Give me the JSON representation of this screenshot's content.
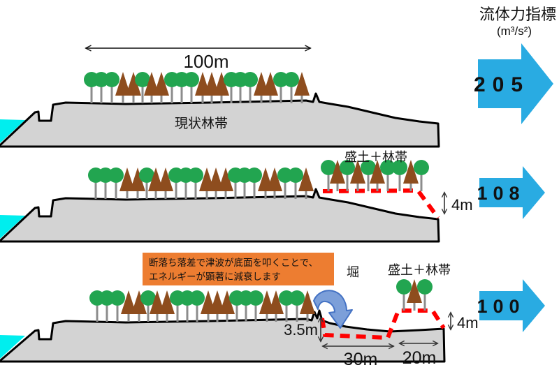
{
  "header": {
    "title": "流体力指標",
    "unit": "(m³/s²)"
  },
  "flow_arrows": [
    {
      "value": "205"
    },
    {
      "value": "108"
    },
    {
      "value": "100"
    }
  ],
  "panel_current": {
    "name": "現状林帯",
    "belt_width": "100m"
  },
  "panel_embankment": {
    "name": "盛土＋林帯",
    "embankment_height": "4m"
  },
  "panel_moat": {
    "callout_line1": "断落ち落差で津波が底面を叩くことで、",
    "callout_line2": "エネルギーが顕著に減衰します",
    "moat_name": "堀",
    "embankment_name": "盛土＋林帯",
    "drop_height": "3.5m",
    "moat_width": "30m",
    "embankment_width": "20m",
    "embankment_height": "4m"
  },
  "colors": {
    "arrow": "#29ABE2",
    "sea": "#00EEEE",
    "ground": "#D3D3D3",
    "tree_green": "#22A550",
    "tree_brown": "#8E4D1E",
    "trunk": "#8C8C8C",
    "red_dash": "#FF0000",
    "orange": "#ED7D31",
    "wave_arrow": "#7C9FD9",
    "wave_arrow_edge": "#4472C4"
  },
  "decor": {
    "tree_groups": [
      {
        "id": "p1-land",
        "groundY": 148,
        "trees": [
          [
            131,
            "g"
          ],
          [
            145,
            "g"
          ],
          [
            160,
            "g"
          ],
          [
            176,
            "c"
          ],
          [
            191,
            "c"
          ],
          [
            204,
            "g"
          ],
          [
            217,
            "c"
          ],
          [
            231,
            "c"
          ],
          [
            246,
            "g"
          ],
          [
            260,
            "g"
          ],
          [
            274,
            "g"
          ],
          [
            290,
            "c"
          ],
          [
            303,
            "c"
          ],
          [
            317,
            "c"
          ],
          [
            331,
            "g"
          ],
          [
            344,
            "g"
          ],
          [
            358,
            "g"
          ],
          [
            374,
            "c"
          ],
          [
            387,
            "c"
          ],
          [
            402,
            "g"
          ],
          [
            417,
            "g"
          ],
          [
            432,
            "c"
          ]
        ]
      },
      {
        "id": "p2-land",
        "groundY": 285,
        "trees": [
          [
            137,
            "g"
          ],
          [
            151,
            "g"
          ],
          [
            166,
            "g"
          ],
          [
            182,
            "c"
          ],
          [
            197,
            "c"
          ],
          [
            210,
            "g"
          ],
          [
            223,
            "c"
          ],
          [
            237,
            "c"
          ],
          [
            252,
            "g"
          ],
          [
            266,
            "g"
          ],
          [
            280,
            "g"
          ],
          [
            296,
            "c"
          ],
          [
            309,
            "c"
          ],
          [
            323,
            "c"
          ],
          [
            337,
            "g"
          ],
          [
            350,
            "g"
          ],
          [
            364,
            "g"
          ],
          [
            380,
            "c"
          ],
          [
            393,
            "c"
          ],
          [
            408,
            "g"
          ],
          [
            423,
            "g"
          ],
          [
            438,
            "c"
          ]
        ]
      },
      {
        "id": "p2-bank",
        "groundY": 274,
        "trees": [
          [
            470,
            "g"
          ],
          [
            483,
            "c"
          ],
          [
            497,
            "g"
          ],
          [
            512,
            "c"
          ],
          [
            527,
            "g"
          ],
          [
            540,
            "c"
          ],
          [
            555,
            "g"
          ],
          [
            572,
            "g"
          ],
          [
            588,
            "c"
          ],
          [
            603,
            "g"
          ]
        ]
      },
      {
        "id": "p3-land",
        "groundY": 461,
        "trees": [
          [
            139,
            "g"
          ],
          [
            153,
            "g"
          ],
          [
            168,
            "g"
          ],
          [
            184,
            "c"
          ],
          [
            199,
            "c"
          ],
          [
            212,
            "g"
          ],
          [
            225,
            "c"
          ],
          [
            239,
            "c"
          ],
          [
            254,
            "g"
          ],
          [
            268,
            "g"
          ],
          [
            282,
            "g"
          ],
          [
            298,
            "c"
          ],
          [
            311,
            "c"
          ],
          [
            325,
            "c"
          ],
          [
            339,
            "g"
          ],
          [
            352,
            "g"
          ],
          [
            366,
            "g"
          ],
          [
            382,
            "c"
          ],
          [
            395,
            "c"
          ],
          [
            410,
            "g"
          ],
          [
            425,
            "g"
          ],
          [
            440,
            "c"
          ]
        ]
      },
      {
        "id": "p3-bank",
        "groundY": 445,
        "trees": [
          [
            578,
            "g"
          ],
          [
            593,
            "c"
          ],
          [
            608,
            "g"
          ]
        ]
      }
    ]
  }
}
